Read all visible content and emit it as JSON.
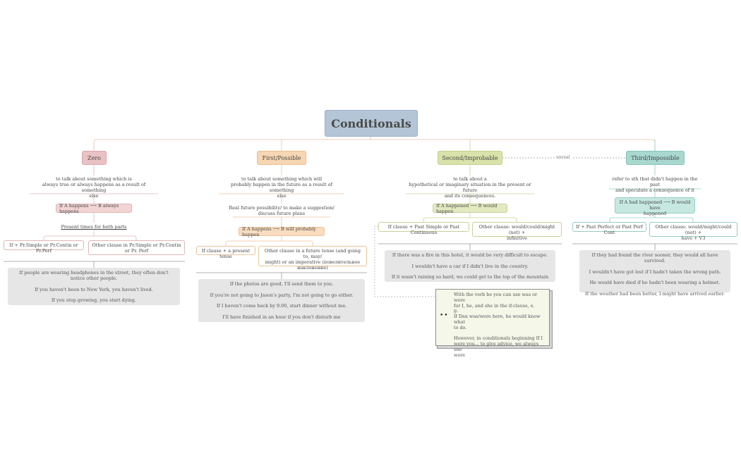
{
  "title": "Conditionals",
  "relation_label": "unreal",
  "zero": {
    "label": "Zero",
    "description": [
      "to talk about something which is",
      "always true or always happens as a result of something",
      "else"
    ],
    "formula": "If A happens ⟶  B always happens",
    "tense_note": "Present times for both parts",
    "clause_if": "If + Pr.Simple or Pr.Contin or Pr.Perf",
    "clause_other": "Other clause in Pr.Simple or Pr.Contin or Pr. Perf",
    "examples": [
      "If people are wearing headphones in the street, they often don't notice other people.",
      "If you haven't been to New York, you haven't lived.",
      "If you stop growing, you start dying."
    ]
  },
  "first": {
    "label": "First/Possible",
    "description": [
      "to talk about something which will",
      "probably happen in the future as a result of something",
      "else"
    ],
    "usage": [
      "Real future possibility/ to make a suggestion/",
      "discuss future plans"
    ],
    "formula": "If A happens ⟶ B will probably happen",
    "clause_if": "If clause + a present tense",
    "clause_other": [
      "Other clause in a future tense (and going to, may/",
      "might) or an imperative (повелительное",
      "наклонение)"
    ],
    "examples": [
      "If the photos are good, I'll send them to you.",
      "If you're not going to Jason's party, I'm not going to go either.",
      "If I haven't come back by 9.00, start dinner without me.",
      "I'll have finished in an hour if you don't disturb me"
    ]
  },
  "second": {
    "label": "Second/Improbable",
    "description": [
      "to talk about a",
      "hypothetical or imaginary situation in the present or future",
      "and its consequences."
    ],
    "formula": "If A happened ⟶ B would happen",
    "clause_if": "If clause + Past Simple or Past Continuous",
    "clause_other": [
      "Other clause: would/could/might (not) +",
      "infinitive"
    ],
    "examples": [
      "If there was a fire in this hotel, it would be very difficult to escape.",
      "I wouldn't have a car if I didn't live in the country.",
      "If it wasn't raining so hard, we could get to the top of the mountain"
    ],
    "note_icon": "••",
    "note": [
      "With the verb be you can use was or were",
      "for I, he, and she in the if-clause, e.",
      "g.",
      "If Dan was/were here, he would know what",
      "to do.",
      "",
      "However, in conditionals beginning If I",
      "were you... to give advice, we always use",
      "were"
    ]
  },
  "third": {
    "label": "Third/Impossible",
    "description": [
      "refer to sth that didn't happen in the past",
      "and speculate a consequence of it"
    ],
    "formula": [
      "If A had happened ⟶ B would have",
      "happened"
    ],
    "clause_if": "If + Past Perfect or Past Perf Cont",
    "clause_other": [
      "Other clause: would/might/could (not) +",
      "have + V3"
    ],
    "examples": [
      "If they had found the river sooner, they would all have survived.",
      "I wouldn't have got lost if I hadn't taken the wrong path.",
      "He would have died if he hadn't been wearing a helmet.",
      "If the weather had been better, I might have arrived earlier."
    ]
  },
  "colors": {
    "root": "#b3c5d6",
    "zero": "#e8c2c4",
    "first": "#f7d6b3",
    "second": "#d9e2a9",
    "third": "#a8d8cf"
  }
}
